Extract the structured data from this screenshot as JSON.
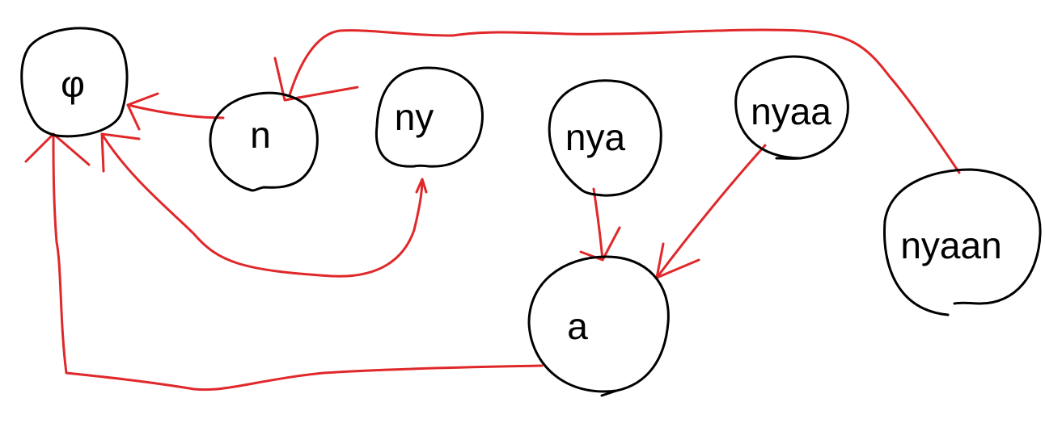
{
  "colors": {
    "node_stroke": "#000000",
    "edge_stroke": "#e0282a",
    "background": "#ffffff"
  },
  "nodes": {
    "phi": "φ",
    "n": "n",
    "ny": "ny",
    "nya": "nya",
    "nyaa": "nyaa",
    "a": "a",
    "nyaan": "nyaan"
  },
  "edges": [
    {
      "from": "n",
      "to": "phi"
    },
    {
      "from": "ny",
      "to": "phi"
    },
    {
      "from": "a",
      "to": "phi"
    },
    {
      "from": "nyaan",
      "to": "n"
    },
    {
      "from": "nya",
      "to": "a"
    },
    {
      "from": "nyaa",
      "to": "a"
    }
  ]
}
